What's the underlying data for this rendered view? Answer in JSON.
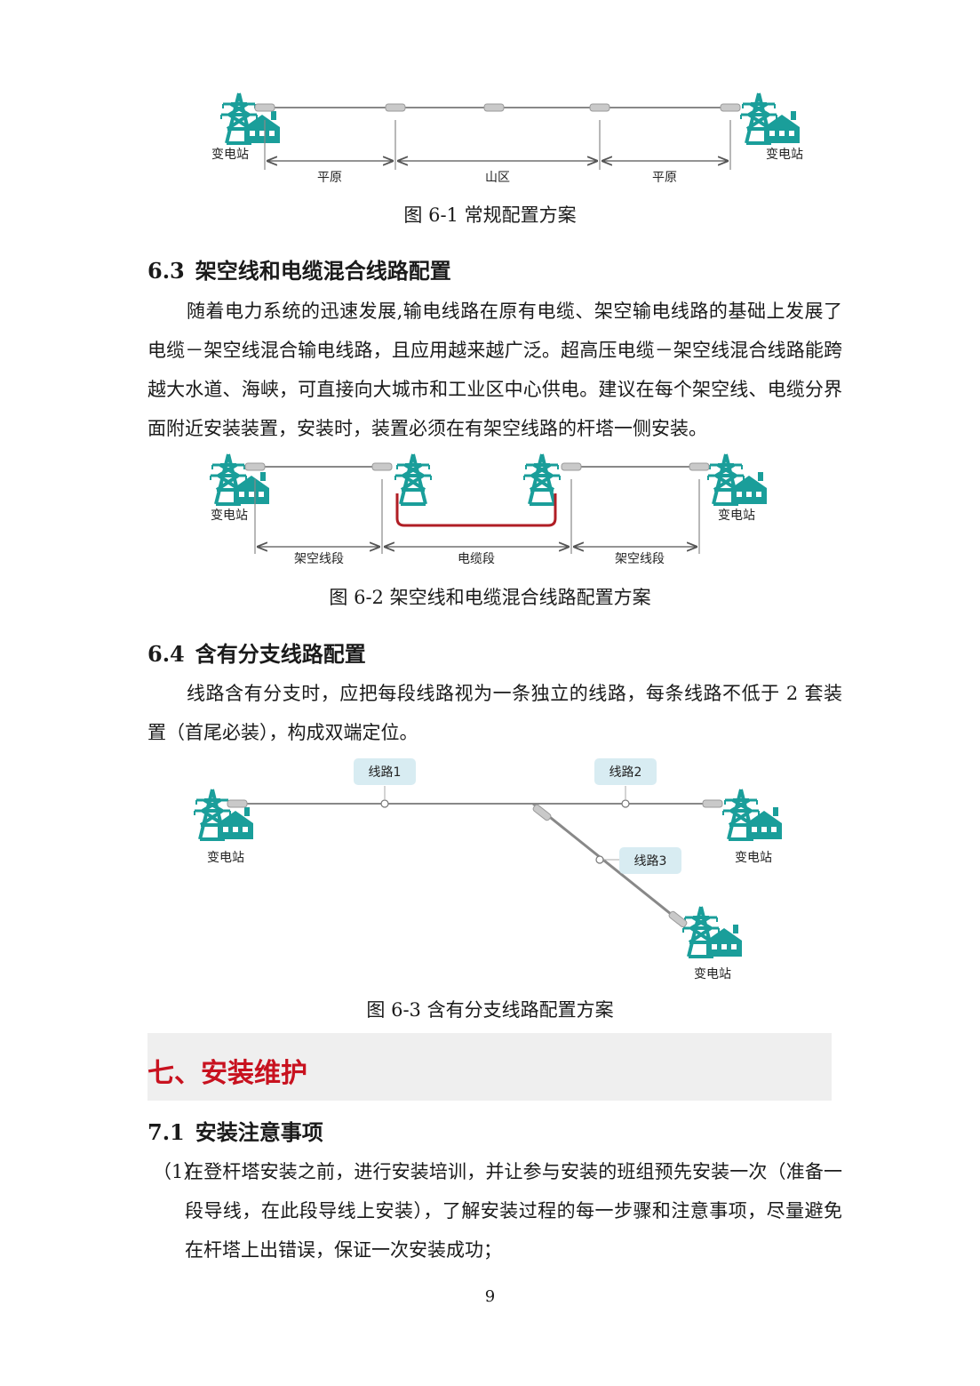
{
  "fig1": {
    "caption": "图 6-1  常规配置方案",
    "station_left": "变电站",
    "station_right": "变电站",
    "segments": [
      "平原",
      "山区",
      "平原"
    ]
  },
  "sec63": {
    "number": "6.3",
    "title": "架空线和电缆混合线路配置",
    "paragraph": "随着电力系统的迅速发展,输电线路在原有电缆、架空输电线路的基础上发展了电缆－架空线混合输电线路，且应用越来越广泛。超高压电缆－架空线混合线路能跨越大水道、海峡，可直接向大城市和工业区中心供电。建议在每个架空线、电缆分界面附近安装装置，安装时，装置必须在有架空线路的杆塔一侧安装。"
  },
  "fig2": {
    "caption": "图 6-2  架空线和电缆混合线路配置方案",
    "station_left": "变电站",
    "station_right": "变电站",
    "segments": [
      "架空线段",
      "电缆段",
      "架空线段"
    ]
  },
  "sec64": {
    "number": "6.4",
    "title": "含有分支线路配置",
    "paragraph": "线路含有分支时，应把每段线路视为一条独立的线路，每条线路不低于    2 套装置（首尾必装），构成双端定位。"
  },
  "fig3": {
    "caption": "图 6-3  含有分支线路配置方案",
    "station_left": "变电站",
    "station_right": "变电站",
    "station_branch": "变电站",
    "line1": "线路1",
    "line2": "线路2",
    "line3": "线路3"
  },
  "chapter": {
    "title": "七、安装维护"
  },
  "sec71": {
    "number": "7.1",
    "title": "安装注意事项",
    "item1_marker": "（1）",
    "item1": "在登杆塔安装之前，进行安装培训，并让参与安装的班组预先安装一次（准备一段导线，在此段导线上安装），了解安装过程的每一步骤和注意事项，尽量避免在杆塔上出错误，保证一次安装成功；"
  },
  "page_number": "9",
  "colors": {
    "tower": "#1a9e9a",
    "cable": "#b01e25",
    "chapter_red": "#c8121f"
  }
}
